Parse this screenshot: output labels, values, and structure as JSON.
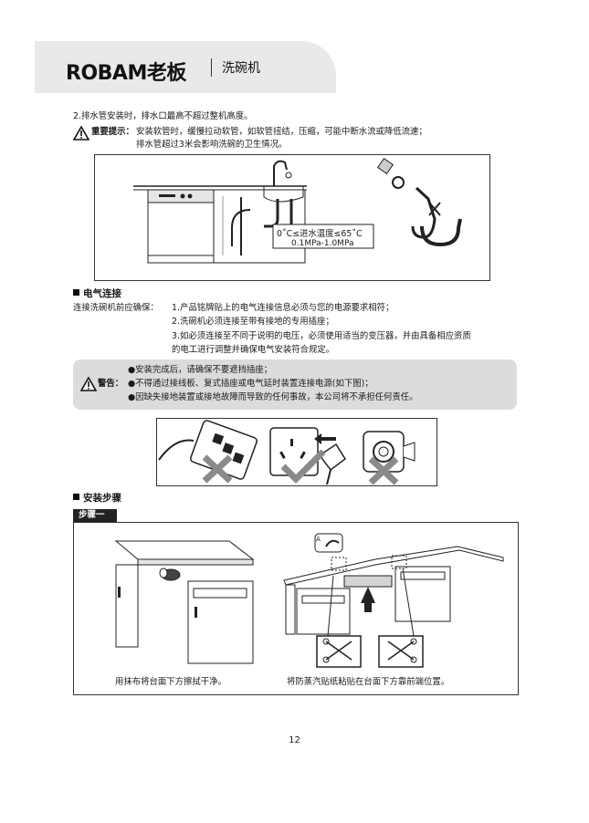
{
  "header": {
    "brand": "ROBAM老板",
    "product": "洗碗机"
  },
  "drain": {
    "line1": "2.排水管安装时，排水口最高不超过整机高度。",
    "warning_label": "重要提示：",
    "warning_line1": "安装软管时，缓慢拉动软管，如软管扭结，压缩，可能中断水流或降低流速；",
    "warning_line2": "排水管超过3米会影响洗碗的卫生情况。",
    "temp_note": "0˚C≤进水温度≤65˚C",
    "pressure_note": "0.1MPa-1.0MPa"
  },
  "electrical": {
    "title": "电气连接",
    "intro": "连接洗碗机前应确保：",
    "items": [
      "1.产品铭牌贴上的电气连接信息必须与您的电源要求相符；",
      "2.洗碗机必须连接至带有接地的专用插座；",
      "3.如必须连接至不同于说明的电压，必须使用适当的变压器，并由具备相应资质",
      "的电工进行调整并确保电气安装符合规定。"
    ],
    "warning_label": "警告：",
    "warnings": [
      "●安装完成后，请确保不要遮挡插座；",
      "●不得通过接线板、复式插座或电气延时装置连接电源(如下图)；",
      "●因缺失接地装置或接地故障而导致的任何事故，本公司将不承担任何责任。"
    ]
  },
  "install": {
    "title": "安装步骤",
    "step_label": "步骤一",
    "marker": "A",
    "caption_left": "用抹布将台面下方擦拭干净。",
    "caption_right": "将防蒸汽贴纸粘贴在台面下方靠前端位置。"
  },
  "page_number": "12"
}
